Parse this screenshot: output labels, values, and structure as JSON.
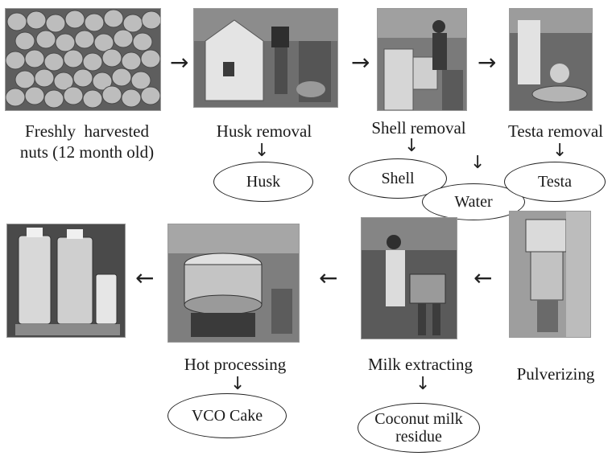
{
  "steps": {
    "harvest": "Freshly  harvested",
    "harvest_line2": "nuts (12 month old)",
    "husk_removal": "Husk removal",
    "shell_removal": "Shell removal",
    "testa_removal": "Testa removal",
    "pulverizing": "Pulverizing",
    "milk_extracting": "Milk extracting",
    "hot_processing": "Hot processing"
  },
  "byproducts": {
    "husk": "Husk",
    "shell": "Shell",
    "water": "Water",
    "testa": "Testa",
    "vco_cake": "VCO Cake",
    "coconut_milk_residue_line1": "Coconut milk",
    "coconut_milk_residue_line2": "residue"
  },
  "arrows": {
    "right": "→",
    "left": "←",
    "down": "↓"
  }
}
